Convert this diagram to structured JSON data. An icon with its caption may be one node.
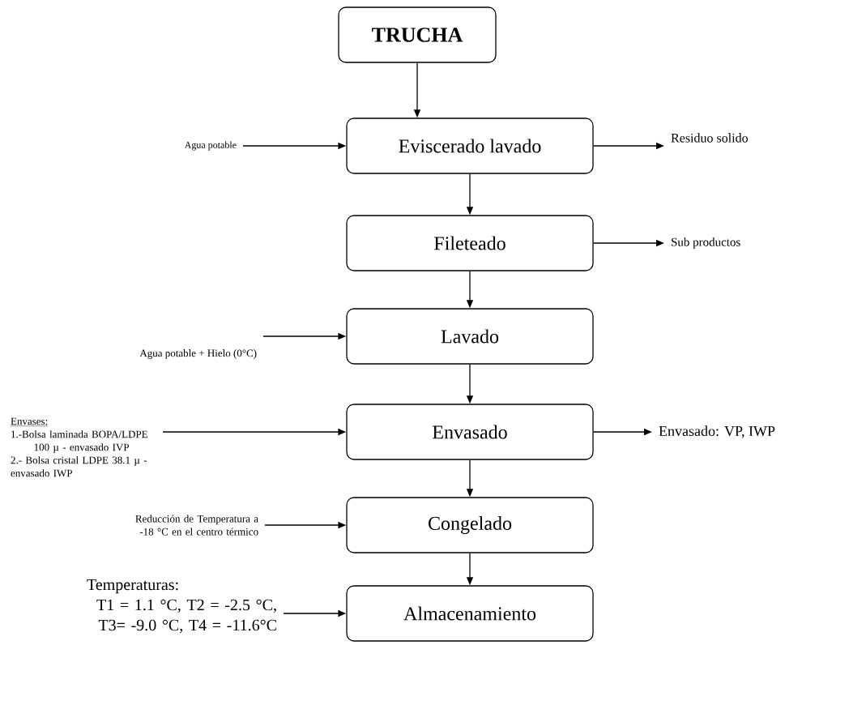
{
  "diagram": {
    "nodes": [
      {
        "text": [
          "TRUCHA"
        ]
      },
      {
        "text": [
          "Eviscerado lavado"
        ]
      },
      {
        "text": [
          "Fileteado"
        ]
      },
      {
        "text": [
          "Lavado"
        ]
      },
      {
        "text": [
          "Envasado"
        ]
      },
      {
        "text": [
          "Congelado"
        ]
      },
      {
        "text": [
          "Almacenamiento"
        ]
      },
      {
        "text": [
          "Agua potable"
        ]
      },
      {
        "text": [
          "Residuo solido"
        ]
      },
      {
        "text": [
          "Sub productos"
        ]
      },
      {
        "text": [
          "Agua potable + Hielo (0°C)"
        ]
      },
      {
        "text": [
          "Envases:",
          "1.-Bolsa laminada BOPA/LDPE 100 µ - envasado IVP",
          "2.- Bolsa cristal LDPE 38.1 µ - envasado IWP"
        ]
      },
      {
        "text": [
          "Envasado: VP, IWP"
        ]
      },
      {
        "text": [
          "Reducción de Temperatura a -18 °C en el centro térmico"
        ]
      },
      {
        "text": [
          "Temperaturas:",
          "T1 = 1.1 °C, T2 = -2.5 °C, T3= -9.0 °C, T4 = -11.6°C"
        ]
      }
    ],
    "edges": [
      {
        "from": 0,
        "to": 1,
        "arrow": "to"
      },
      {
        "from": 1,
        "to": 2,
        "arrow": "to"
      },
      {
        "from": 2,
        "to": 3,
        "arrow": "to"
      },
      {
        "from": 3,
        "to": 4,
        "arrow": "to"
      },
      {
        "from": 4,
        "to": 5,
        "arrow": "to"
      },
      {
        "from": 5,
        "to": 6,
        "arrow": "to"
      },
      {
        "from": 7,
        "to": 1,
        "arrow": "to"
      },
      {
        "from": 1,
        "to": 8,
        "arrow": "to"
      },
      {
        "from": 2,
        "to": 9,
        "arrow": "to"
      },
      {
        "from": 10,
        "to": 3,
        "arrow": "to"
      },
      {
        "from": 11,
        "to": 4,
        "arrow": "to"
      },
      {
        "from": 4,
        "to": 12,
        "arrow": "to"
      },
      {
        "from": 13,
        "to": 5,
        "arrow": "to"
      },
      {
        "from": 14,
        "to": 6,
        "arrow": "to"
      }
    ]
  }
}
